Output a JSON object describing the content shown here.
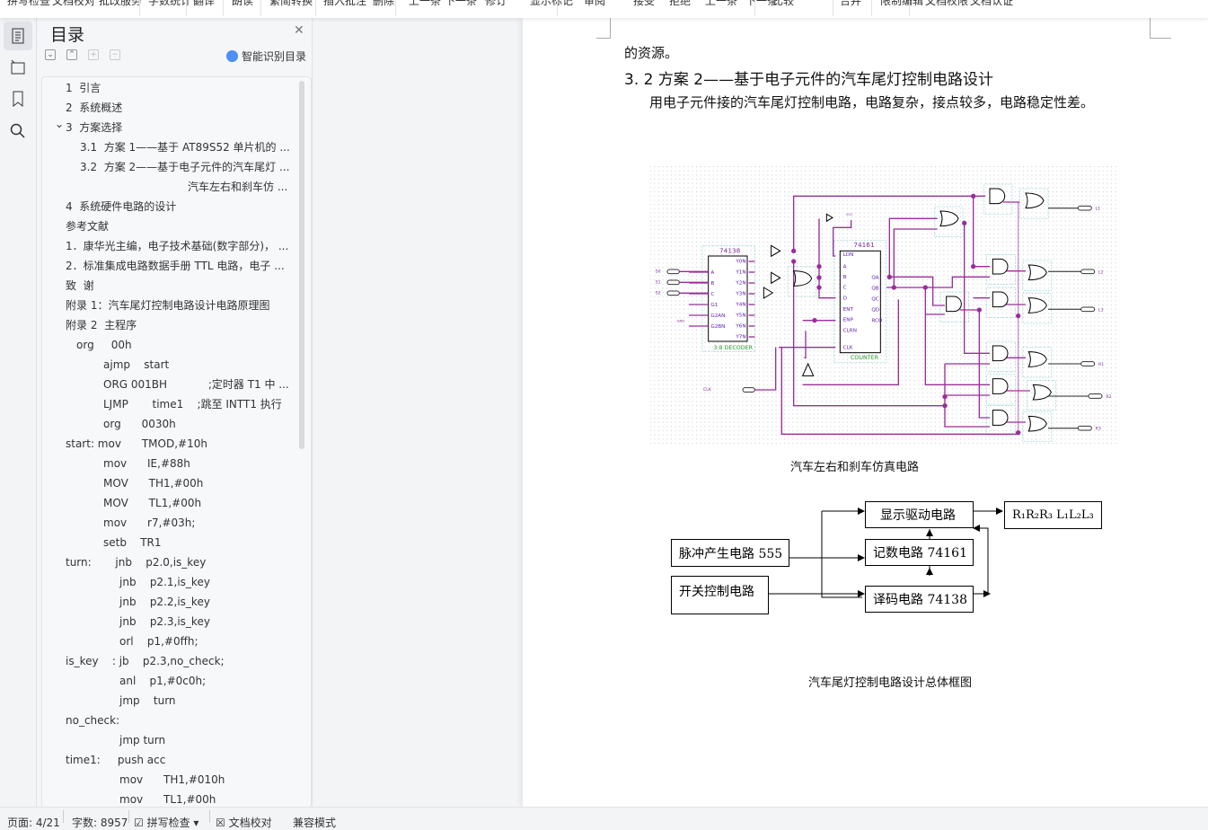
{
  "toolbar": {
    "items": [
      "拼写检查",
      "文档校对",
      "批改服务",
      "字数统计",
      "翻译",
      "朗读",
      "繁简转换",
      "插入批注",
      "删除",
      "上一条",
      "下一条",
      "修订",
      "显示标记",
      "审阅",
      "接受",
      "拒绝",
      "上一条",
      "下一条",
      "比较",
      "合并",
      "限制编辑",
      "文档权限",
      "文档认证"
    ]
  },
  "toc": {
    "title": "目录",
    "smart_label": "智能识别目录",
    "items": [
      {
        "text": "1  引言",
        "indent": 0
      },
      {
        "text": "2  系统概述",
        "indent": 0
      },
      {
        "text": "3  方案选择",
        "indent": 0,
        "expanded": true
      },
      {
        "text": "3.1  方案 1——基于 AT89S52 单片机的 ...",
        "indent": 1
      },
      {
        "text": "3.2  方案 2——基于电子元件的汽车尾灯 ...",
        "indent": 1
      },
      {
        "text": "汽车左右和刹车仿 ...",
        "indent": 2
      },
      {
        "text": "4  系统硬件电路的设计",
        "indent": 0
      },
      {
        "text": "参考文献",
        "indent": 0
      },
      {
        "text": "1．康华光主编，电子技术基础(数字部分)， ...",
        "indent": 0
      },
      {
        "text": "2．标准集成电路数据手册 TTL 电路，电子 ...",
        "indent": 0
      },
      {
        "text": "致  谢",
        "indent": 0
      },
      {
        "text": "附录 1：汽车尾灯控制电路设计电路原理图",
        "indent": 0
      },
      {
        "text": "附录 2  主程序",
        "indent": 0
      },
      {
        "text": "org     00h",
        "indent": 3
      },
      {
        "text": "ajmp    start",
        "indent": 4
      },
      {
        "text": "ORG 001BH            ;定时器 T1 中 ...",
        "indent": 4
      },
      {
        "text": "LJMP       time1    ;跳至 INTT1 执行",
        "indent": 4
      },
      {
        "text": "org      0030h",
        "indent": 4
      },
      {
        "text": "start: mov      TMOD,#10h",
        "indent": 0
      },
      {
        "text": "mov      IE,#88h",
        "indent": 4
      },
      {
        "text": "MOV      TH1,#00h",
        "indent": 4
      },
      {
        "text": "MOV      TL1,#00h",
        "indent": 4
      },
      {
        "text": "mov      r7,#03h;",
        "indent": 4
      },
      {
        "text": "setb    TR1",
        "indent": 4
      },
      {
        "text": "turn:       jnb    p2.0,is_key",
        "indent": 0
      },
      {
        "text": "jnb    p2.1,is_key",
        "indent": 5
      },
      {
        "text": "jnb    p2.2,is_key",
        "indent": 5
      },
      {
        "text": "jnb    p2.3,is_key",
        "indent": 5
      },
      {
        "text": "orl    p1,#0ffh;",
        "indent": 5
      },
      {
        "text": "is_key    : jb    p2.3,no_check;",
        "indent": 0
      },
      {
        "text": "anl    p1,#0c0h;",
        "indent": 5
      },
      {
        "text": "jmp    turn",
        "indent": 5
      },
      {
        "text": "no_check:",
        "indent": 0
      },
      {
        "text": "jmp turn",
        "indent": 5
      },
      {
        "text": "time1:     push acc",
        "indent": 0
      },
      {
        "text": "mov      TH1,#010h",
        "indent": 5
      },
      {
        "text": "mov      TL1,#00h",
        "indent": 5
      }
    ]
  },
  "document": {
    "line1": "的资源。",
    "heading": "3. 2  方案 2——基于电子元件的汽车尾灯控制电路设计",
    "para": "用电子元件接的汽车尾灯控制电路，电路复杂，接点较多，电路稳定性差。",
    "caption1": "汽车左右和刹车仿真电路",
    "caption2": "汽车尾灯控制电路设计总体框图",
    "schematic": {
      "decoder": "74138",
      "decoder_desc": "3:8 DECODER",
      "decoder_inputs": [
        "A",
        "B",
        "C",
        "G1",
        "G2AN",
        "G2BN"
      ],
      "decoder_outputs": [
        "Y0N",
        "Y1N",
        "Y2N",
        "Y3N",
        "Y4N",
        "Y5N",
        "Y6N",
        "Y7N"
      ],
      "counter": "74161",
      "counter_desc": "COUNTER",
      "counter_inputs": [
        "LDN",
        "A",
        "B",
        "C",
        "D",
        "ENT",
        "ENP",
        "CLRN",
        "CLK"
      ],
      "counter_outputs": [
        "QA",
        "QB",
        "QC",
        "QD",
        "RCO"
      ],
      "inputs": [
        "S0",
        "S1",
        "S2",
        "CLK"
      ],
      "outputs": [
        "L1",
        "L2",
        "L3",
        "R1",
        "R2",
        "R3"
      ],
      "vcc": "VCC",
      "gnd": "GND"
    },
    "blocks": {
      "pulse": "脉冲产生电路 555",
      "switch": "开关控制电路",
      "display": "显示驱动电路",
      "counter": "记数电路 74161",
      "decoder": "译码电路 74138",
      "lamps": "R₁R₂R₃ L₁L₂L₃"
    }
  },
  "status": {
    "page": "页面: 4/21",
    "words": "字数: 8957",
    "spell": "拼写检查",
    "proof": "文档校对",
    "compat": "兼容模式"
  }
}
